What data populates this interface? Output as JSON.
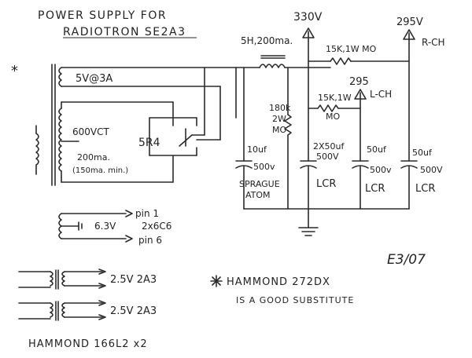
{
  "title": {
    "line1": "POWER SUPPLY FOR",
    "line2": "RADIOTRON SE2A3"
  },
  "asterisk_mark": "*",
  "transformer": {
    "winding_5v": "5V@3A",
    "ct_label": "600VCT",
    "current_label": "200ma.",
    "current_min": "(150ma. min.)",
    "rectifier": "5R4"
  },
  "heater": {
    "pin1": "pin 1",
    "voltage": "6.3V",
    "tubes": "2x6C6",
    "pin6": "pin 6"
  },
  "filter": {
    "choke": "5H,200ma.",
    "bleeder": [
      "180k",
      "2W",
      "MO"
    ],
    "cap1": [
      "10uf",
      "500v",
      "SPRAGUE",
      "ATOM"
    ],
    "cap2": [
      "2X50uf",
      "500V",
      "LCR"
    ],
    "cap3": [
      "50uf",
      "500v",
      "LCR"
    ],
    "cap4": [
      "50uf",
      "500V",
      "LCR"
    ],
    "r_right": "15K,1W MO",
    "r_left": [
      "15K,1W",
      "MO"
    ]
  },
  "rails": {
    "b_plus": "330V",
    "right_voltage": "295V",
    "right_label": "R-CH",
    "left_voltage": "295",
    "left_label": "L-CH"
  },
  "fil_transformers": {
    "t1": "2.5V  2A3",
    "t2": "2.5V  2A3",
    "part": "HAMMOND 166L2 x2"
  },
  "note": {
    "line1": "HAMMOND 272DX",
    "line2": "IS A GOOD SUBSTITUTE"
  },
  "signature": "E3/07"
}
